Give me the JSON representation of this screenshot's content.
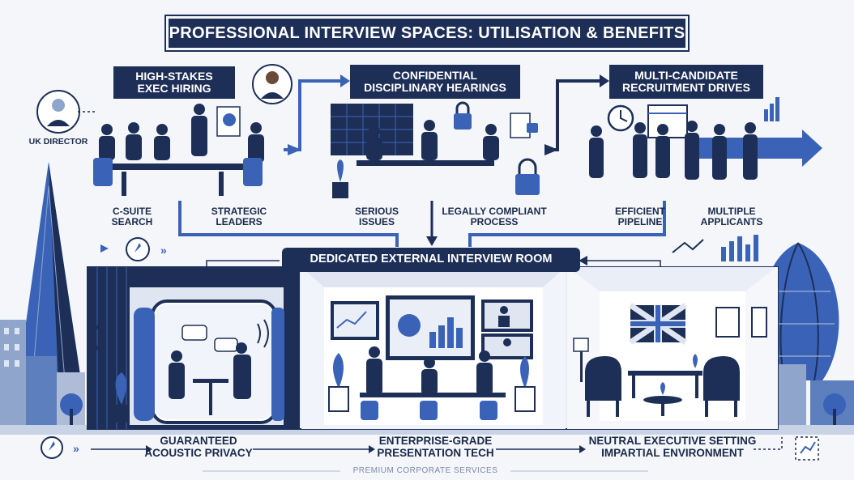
{
  "title": "PROFESSIONAL INTERVIEW SPACES: UTILISATION & BENEFITS",
  "top_panels": [
    {
      "title_line1": "HIGH-STAKES",
      "title_line2": "EXEC HIRING",
      "left_caption_1": "C-SUITE",
      "left_caption_2": "SEARCH",
      "right_caption_1": "STRATEGIC",
      "right_caption_2": "LEADERS"
    },
    {
      "title_line1": "CONFIDENTIAL",
      "title_line2": "DISCIPLINARY HEARINGS",
      "left_caption_1": "SERIOUS",
      "left_caption_2": "ISSUES",
      "right_caption_1": "LEGALLY COMPLIANT",
      "right_caption_2": "PROCESS"
    },
    {
      "title_line1": "MULTI-CANDIDATE",
      "title_line2": "RECRUITMENT DRIVES",
      "left_caption_1": "EFFICIENT",
      "left_caption_2": "PIPELINE",
      "right_caption_1": "MULTIPLE",
      "right_caption_2": "APPLICANTS"
    }
  ],
  "director_label": "UK DIRECTOR",
  "room_label": "DEDICATED EXTERNAL INTERVIEW ROOM",
  "bottom_captions": [
    {
      "line1": "GUARANTEED",
      "line2": "ACOUSTIC PRIVACY"
    },
    {
      "line1": "ENTERPRISE-GRADE",
      "line2": "PRESENTATION TECH"
    },
    {
      "line1": "NEUTRAL EXECUTIVE SETTING",
      "line2": "IMPARTIAL ENVIRONMENT"
    }
  ],
  "footer": "PREMIUM CORPORATE SERVICES",
  "colors": {
    "navy": "#1d2f57",
    "accent": "#3a63b8",
    "light": "#dfe6f2",
    "mid": "#8fa5cc"
  }
}
